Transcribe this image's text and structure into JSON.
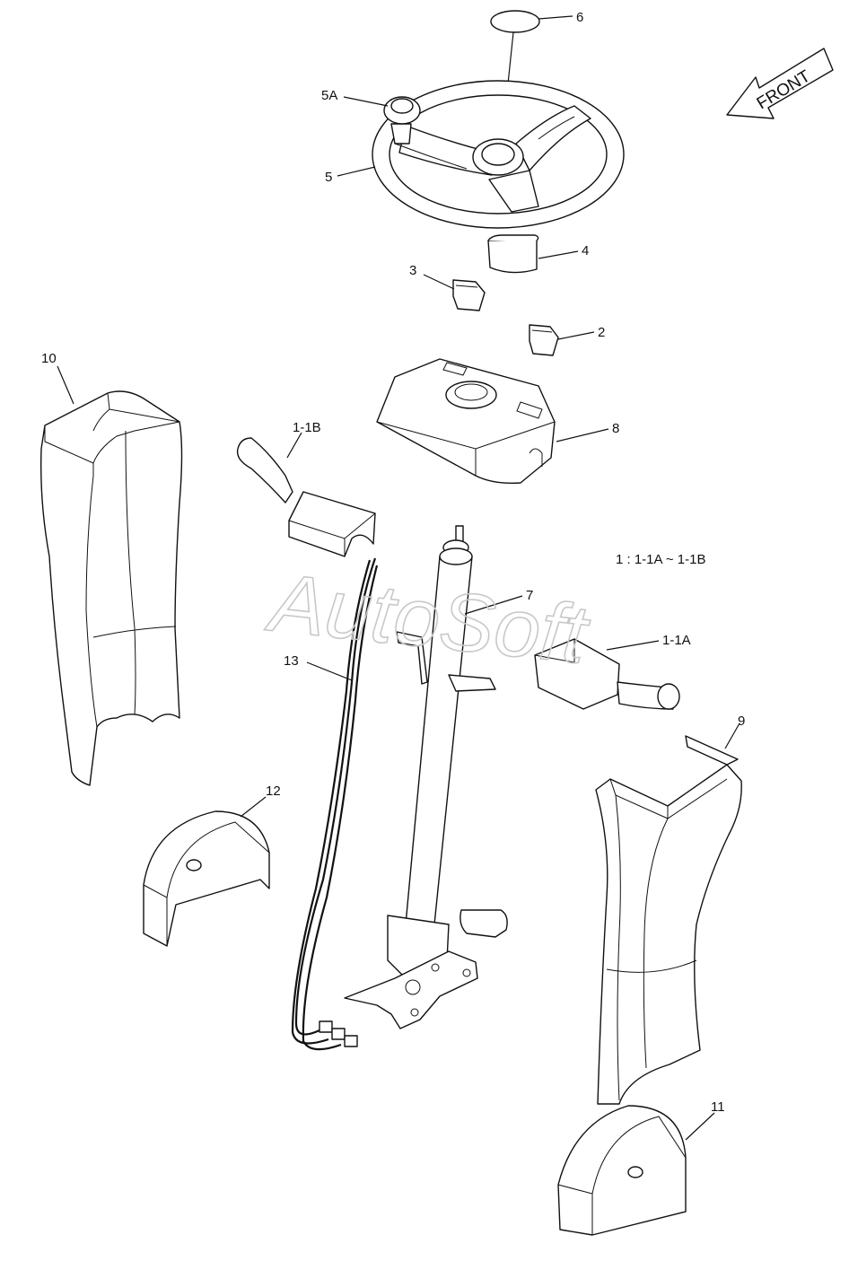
{
  "diagram": {
    "watermark": "AutoSoft",
    "front_label": "FRONT",
    "note": "1 : 1-1A ~ 1-1B",
    "callouts": {
      "c6": "6",
      "c5a": "5A",
      "c5": "5",
      "c4": "4",
      "c3": "3",
      "c2": "2",
      "c10": "10",
      "c8": "8",
      "c1b": "1-1B",
      "c7": "7",
      "c1a": "1-1A",
      "c13": "13",
      "c9": "9",
      "c12": "12",
      "c11": "11"
    }
  }
}
